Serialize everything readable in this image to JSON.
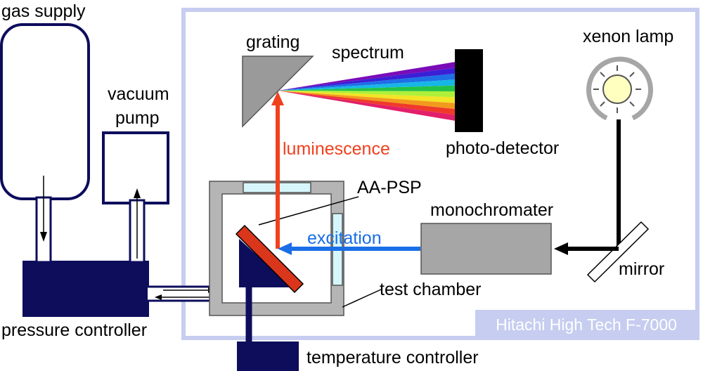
{
  "labels": {
    "gas_supply": "gas supply",
    "vacuum_pump_line1": "vacuum",
    "vacuum_pump_line2": "pump",
    "pressure_controller": "pressure controller",
    "temperature_controller": "temperature controller",
    "grating": "grating",
    "spectrum": "spectrum",
    "photo_detector": "photo-detector",
    "xenon_lamp": "xenon lamp",
    "luminescence": "luminescence",
    "aa_psp": "AA-PSP",
    "monochromater": "monochromater",
    "excitation": "excitation",
    "mirror": "mirror",
    "test_chamber": "test chamber",
    "instrument": "Hitachi High Tech F-7000"
  },
  "colors": {
    "navy": "#0d0d5c",
    "instrument_border": "#c6cdf0",
    "instrument_label_bg": "#c6cdf0",
    "chamber_grey": "#b5b5b5",
    "window_cyan": "#d6f6fb",
    "luminescence": "#f0401e",
    "excitation": "#1a6ee6",
    "psp_red": "#d9361c",
    "lamp_bulb": "#ffffc0",
    "monochromater_grey": "#a6a6a6",
    "grating_grey": "#9a9a9a"
  },
  "spectrum_colors": [
    "#7a0cb8",
    "#3b1fd6",
    "#1f6fe6",
    "#16b6e6",
    "#22c24a",
    "#aef03a",
    "#f2e426",
    "#f29a1e",
    "#ef3a2a",
    "#e21f6a"
  ]
}
